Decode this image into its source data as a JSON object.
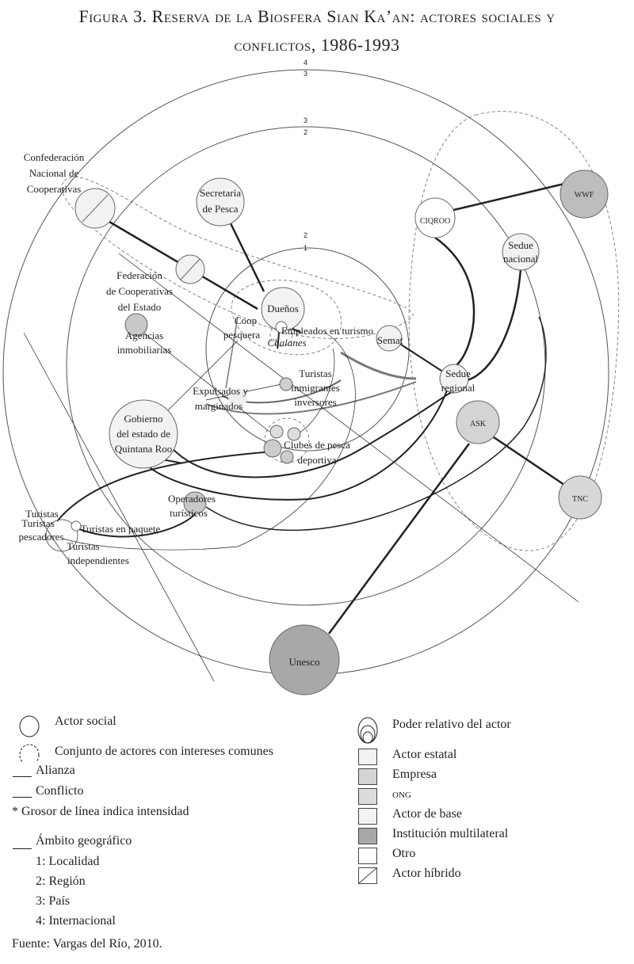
{
  "title": {
    "line1": "Figura 3. Reserva de la Biosfera Sian Ka’an: actores sociales y",
    "line2": "conflictos, 1986-1993"
  },
  "rings": {
    "outer_top": "4",
    "outer_bottom": "3",
    "middle_top": "3",
    "middle_bottom": "2",
    "inner_top": "2",
    "inner_bottom": "1"
  },
  "actors": {
    "confederacion": [
      "Confederación",
      "Nacional de",
      "Cooperativas"
    ],
    "secretaria": [
      "Secretaría",
      "de Pesca"
    ],
    "federacion": [
      "Federación",
      "de Cooperativas",
      "del Estado"
    ],
    "duenos": "Dueños",
    "coop": [
      "Coop",
      "pesquera"
    ],
    "empleados": "Empleados en turismo",
    "chalanes": "Chalanes",
    "agencias": [
      "Agencias",
      "inmobiliarias"
    ],
    "semat": "Semat",
    "ciqroo": "CIQROO",
    "wwf": "WWF",
    "sedue_nacional": [
      "Sedue",
      "nacional"
    ],
    "sedue_regional": [
      "Sedue",
      "regional"
    ],
    "ask": "ASK",
    "tnc": "TNC",
    "turistas_inm": [
      "Turistas",
      "inmigrantes",
      "inversores"
    ],
    "expulsados": [
      "Expulsados y",
      "marginados"
    ],
    "gobierno": [
      "Gobierno",
      "del estado de",
      "Quintana Roo"
    ],
    "clubes": [
      "Clubes de pesca",
      "deportiva"
    ],
    "operadores": [
      "Operadores",
      "turísticos"
    ],
    "turistas": "Turistas",
    "turistas_pescadores": [
      "Turistas",
      "pescadores"
    ],
    "turistas_paquete": "Turistas en paquete",
    "turistas_indep": [
      "Turistas",
      "independientes"
    ],
    "unesco": "Unesco"
  },
  "colors": {
    "estatal": "#f2f2f2",
    "empresa": "#d4d4d4",
    "ong": "#dcdcdc",
    "base": "#f3f3f3",
    "multilateral": "#a8a8a8",
    "otro": "#ffffff"
  },
  "legend": {
    "actor_social": "Actor social",
    "conjunto": "Conjunto de actores con intereses comunes",
    "alianza": "Alianza",
    "conflicto": "Conflicto",
    "grosor": "* Grosor de línea indica intensidad",
    "ambito": "Ámbito geográfico",
    "ambito_items": [
      "1: Localidad",
      "2: Región",
      "3: País",
      "4: Internacional"
    ],
    "poder": "Poder relativo del actor",
    "types": [
      "Actor estatal",
      "Empresa",
      "ong",
      "Actor de base",
      "Institución multilateral",
      "Otro",
      "Actor híbrido"
    ]
  },
  "source": "Fuente: Vargas del Río, 2010."
}
